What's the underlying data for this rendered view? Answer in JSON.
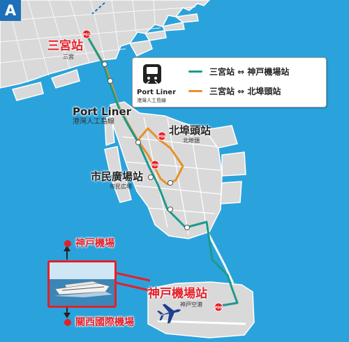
{
  "badge": "A",
  "legend": {
    "icon": "train-icon",
    "brand": "Port Liner",
    "brand_sub": "港灣人工島線",
    "routes": [
      {
        "label": "三宮站 ⇔ 神戸機場站",
        "color": "#1a9b8c"
      },
      {
        "label": "三宮站 ⇔ 北埠頭站",
        "color": "#e8902a"
      }
    ]
  },
  "line_label": {
    "name": "Port Liner",
    "sub": "港灣人工島線"
  },
  "stations": {
    "sannomiya": {
      "name": "三宮站",
      "sub": "三宮",
      "code": "P01"
    },
    "kitafuto": {
      "name": "北埠頭站",
      "sub": "北埠頭",
      "code": "P08"
    },
    "shimin": {
      "name": "市民廣場站",
      "sub": "市民広場",
      "code": "P09"
    },
    "airport": {
      "name": "神戸機場站",
      "sub": "神戸空港",
      "code": "P09"
    }
  },
  "destinations": {
    "kobe_airport": "神戸機場",
    "kansai_airport": "關西國際機場"
  },
  "icons": {
    "plane": "airplane-icon",
    "ferry": "ferry-photo",
    "arrow_up": "arrow-up-icon",
    "arrow_down": "arrow-down-icon"
  },
  "colors": {
    "sea": "#2aa3dc",
    "land": "#d9d9d9",
    "accent_red": "#e4202a",
    "teal_line": "#1a9b8c",
    "orange_line": "#e8902a"
  }
}
